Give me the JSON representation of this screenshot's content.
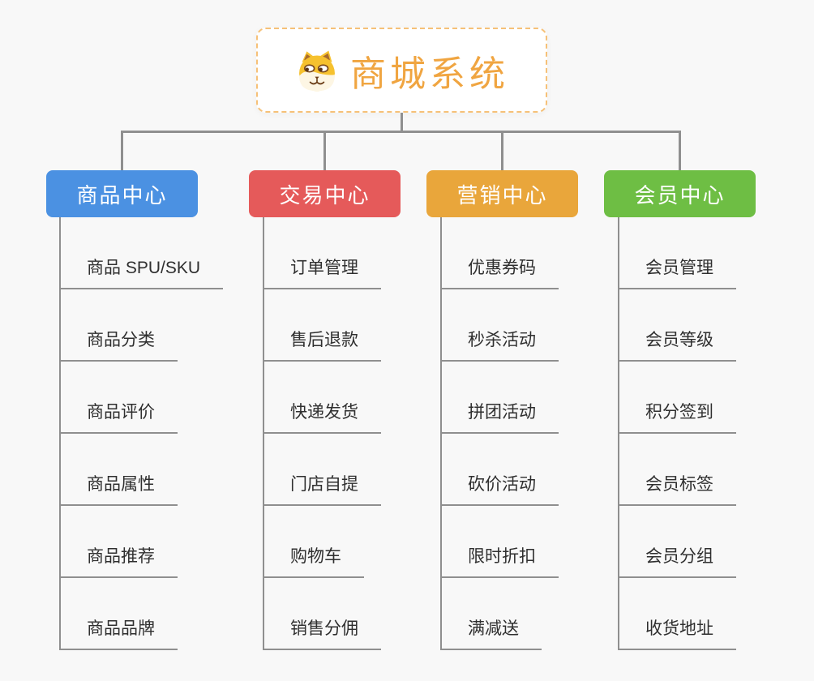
{
  "root": {
    "title": "商城系统",
    "icon": "doge-icon"
  },
  "branches": [
    {
      "label": "商品中心",
      "color": "#4b91e2",
      "children": [
        "商品 SPU/SKU",
        "商品分类",
        "商品评价",
        "商品属性",
        "商品推荐",
        "商品品牌"
      ]
    },
    {
      "label": "交易中心",
      "color": "#e55a5a",
      "children": [
        "订单管理",
        "售后退款",
        "快递发货",
        "门店自提",
        "购物车",
        "销售分佣"
      ]
    },
    {
      "label": "营销中心",
      "color": "#e9a63b",
      "children": [
        "优惠券码",
        "秒杀活动",
        "拼团活动",
        "砍价活动",
        "限时折扣",
        "满减送"
      ]
    },
    {
      "label": "会员中心",
      "color": "#6ebe44",
      "children": [
        "会员管理",
        "会员等级",
        "积分签到",
        "会员标签",
        "会员分组",
        "收货地址"
      ]
    }
  ],
  "colors": {
    "background": "#f8f8f8",
    "connector": "#8f8f8f",
    "root_border": "#f6c178",
    "root_text": "#f0a541",
    "leaf_text": "#2f2f2f"
  }
}
